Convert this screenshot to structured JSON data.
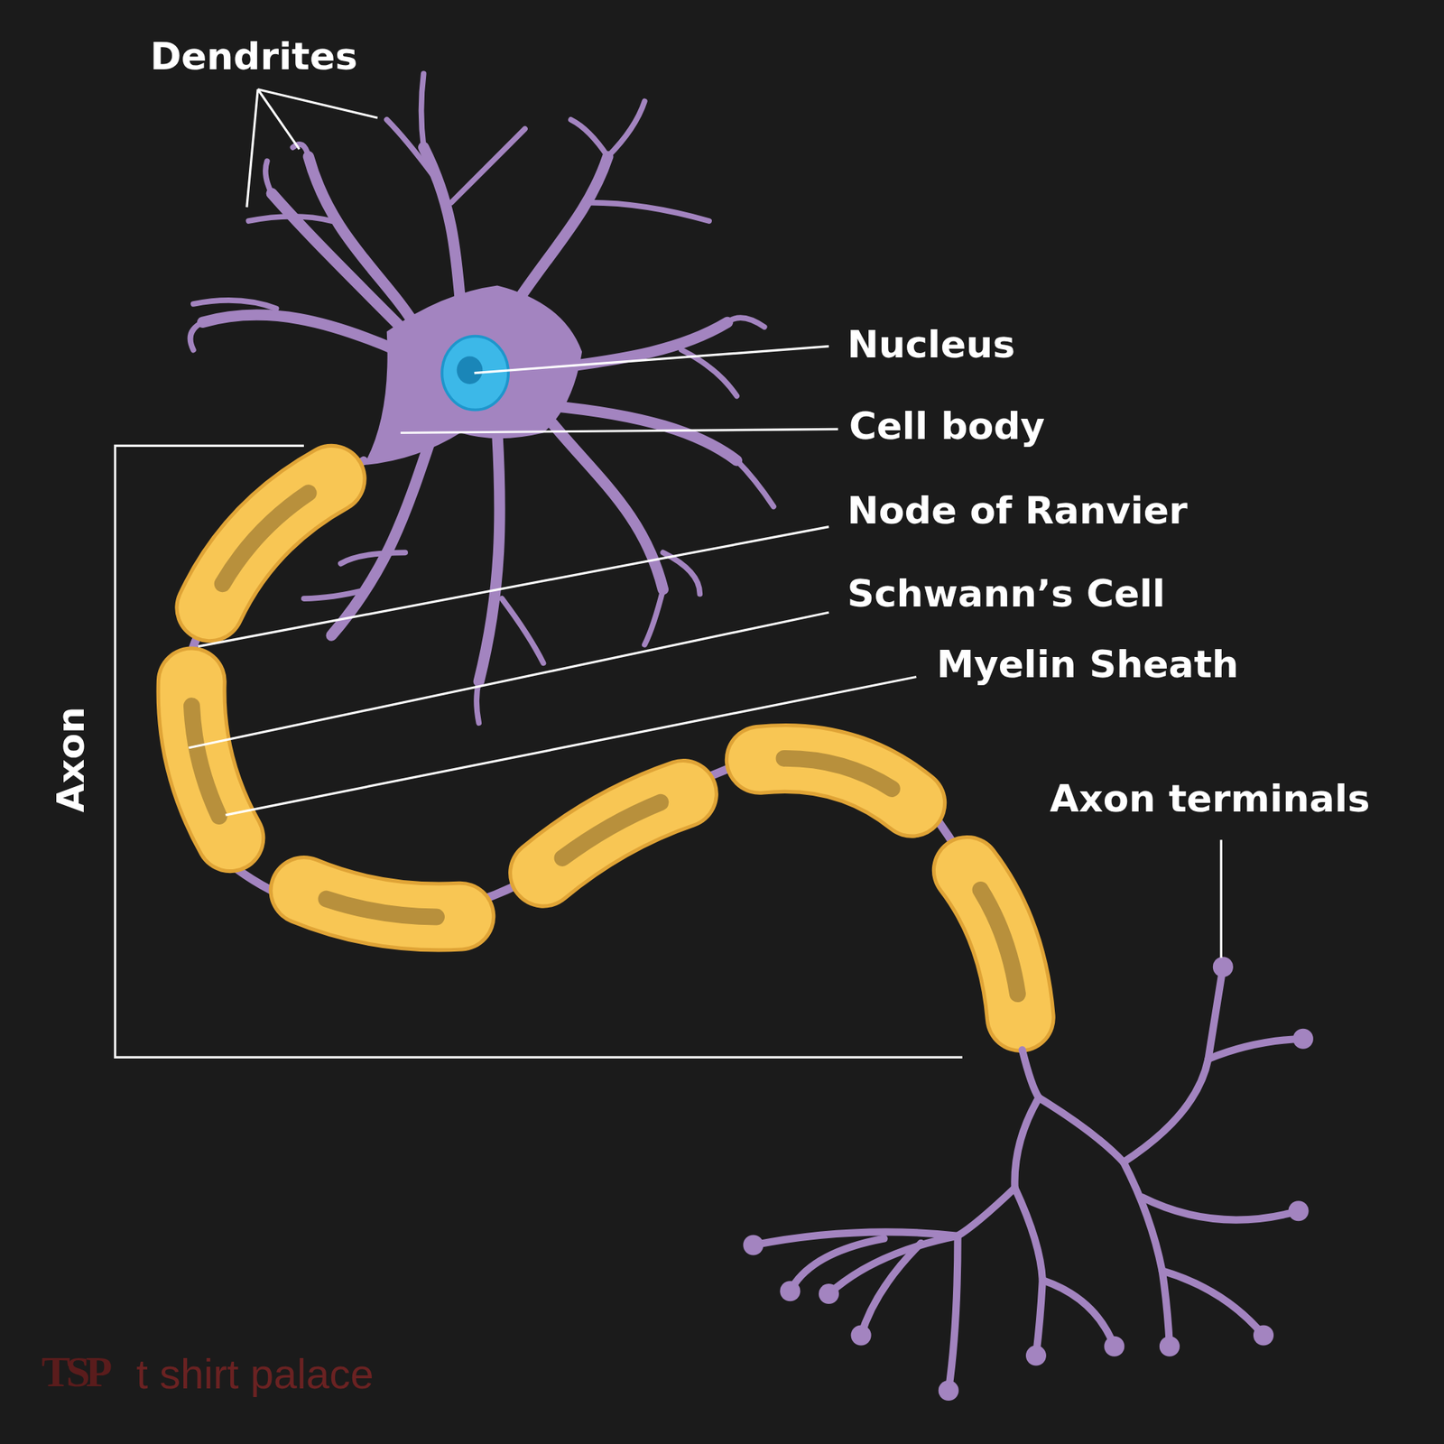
{
  "diagram": {
    "labels": [
      "Dendrites",
      "Nucleus",
      "Cell body",
      "Node of Ranvier",
      "Schwann’s Cell",
      "Myelin Sheath",
      "Axon",
      "Axon terminals",
      "TSP",
      "t shirt palace"
    ]
  }
}
